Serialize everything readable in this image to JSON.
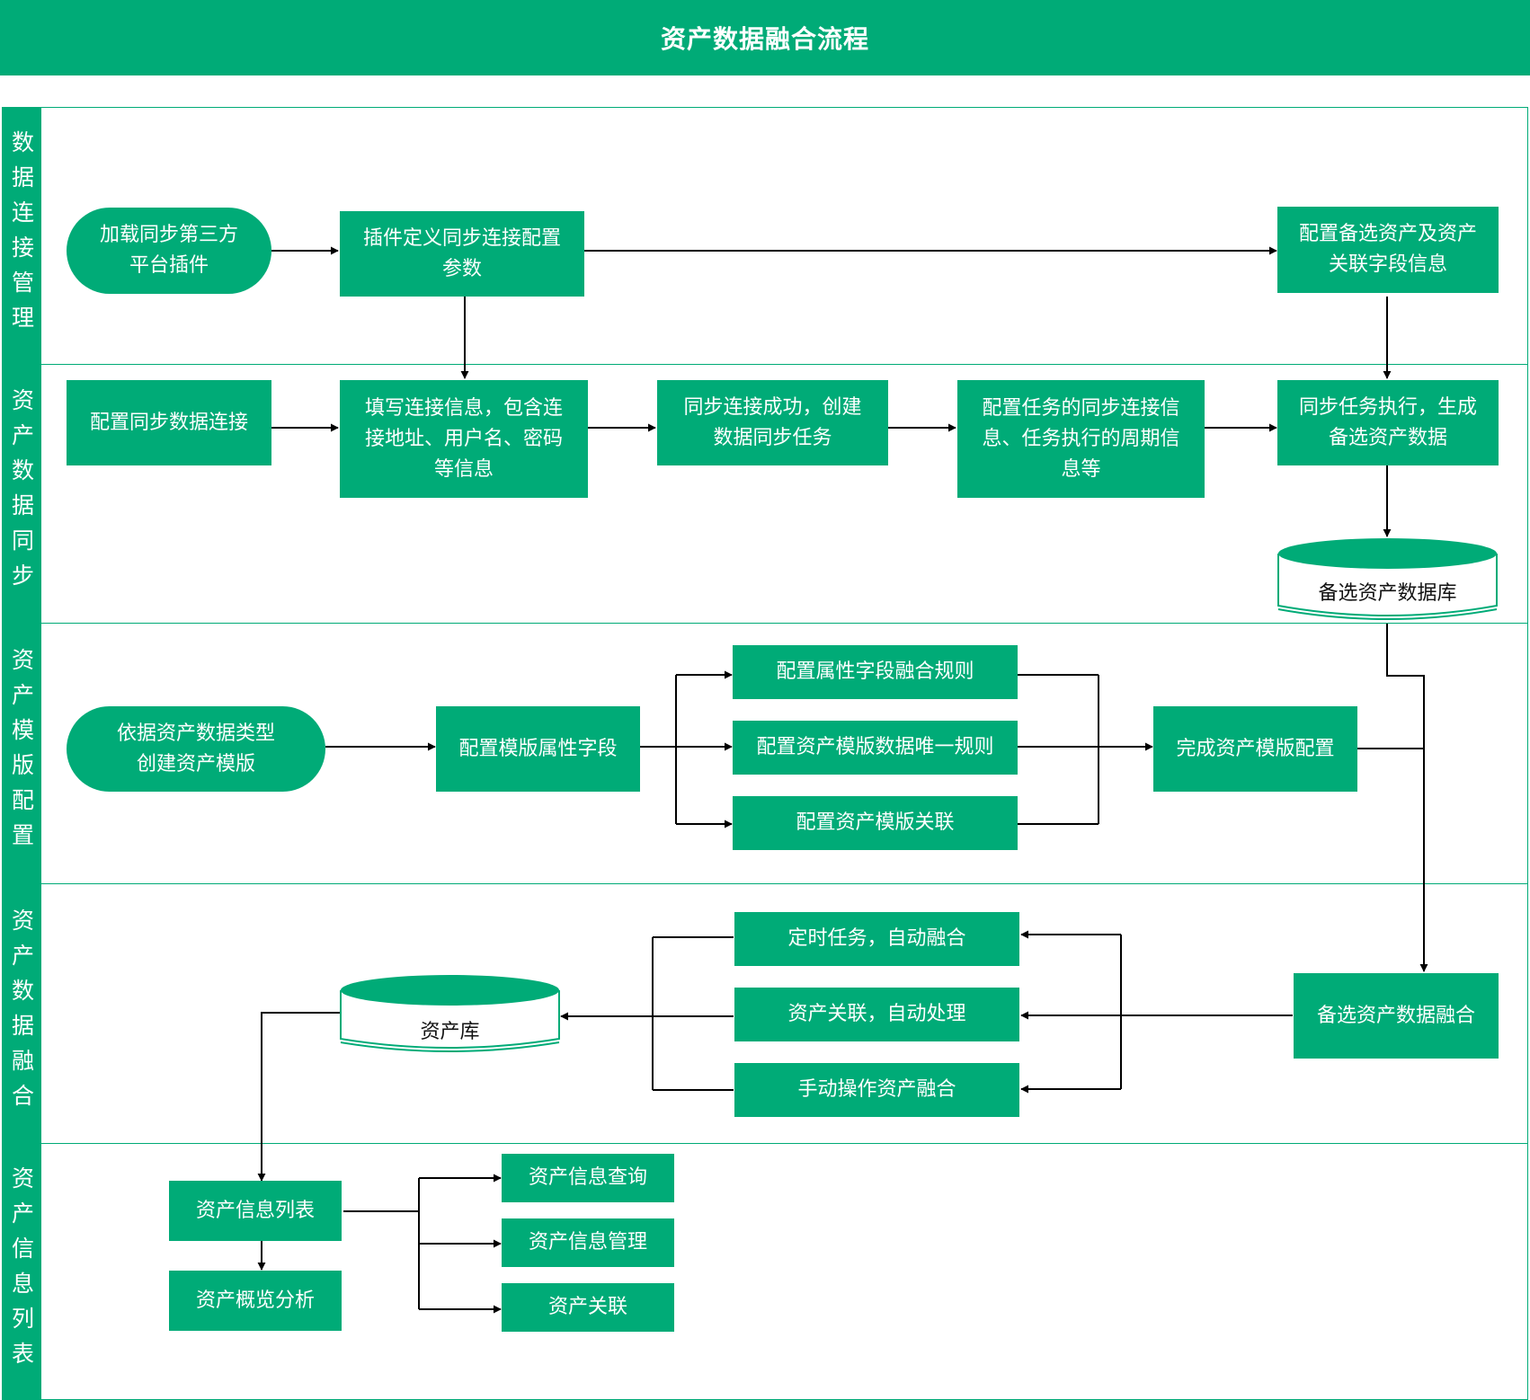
{
  "title": "资产数据融合流程",
  "lanes": [
    {
      "id": "lane1",
      "label": "数据连接管理"
    },
    {
      "id": "lane2",
      "label": "资产数据同步"
    },
    {
      "id": "lane3",
      "label": "资产模版配置"
    },
    {
      "id": "lane4",
      "label": "资产数据融合"
    },
    {
      "id": "lane5",
      "label": "资产信息列表"
    }
  ],
  "nodes": {
    "n_load_plugin": "加载同步第三方\n平台插件",
    "n_plugin_def": "插件定义同步连接配置\n参数",
    "n_cfg_alt_fields": "配置备选资产及资产\n关联字段信息",
    "n_cfg_sync_conn": "配置同步数据连接",
    "n_fill_conn": "填写连接信息，包含连\n接地址、用户名、密码\n等信息",
    "n_sync_ok": "同步连接成功，创建\n数据同步任务",
    "n_cfg_task": "配置任务的同步连接信\n息、任务执行的周期信\n息等",
    "n_exec_task": "同步任务执行，生成\n备选资产数据",
    "n_alt_db": "备选资产数据库",
    "n_create_tpl": "依据资产数据类型\n创建资产模版",
    "n_tpl_fields": "配置模版属性字段",
    "n_rule_fusion": "配置属性字段融合规则",
    "n_rule_unique": "配置资产模版数据唯一规则",
    "n_tpl_rel": "配置资产模版关联",
    "n_tpl_done": "完成资产模版配置",
    "n_timer": "定时任务，自动融合",
    "n_rel_auto": "资产关联，自动处理",
    "n_manual": "手动操作资产融合",
    "n_alt_fusion": "备选资产数据融合",
    "n_asset_db": "资产库",
    "n_info_list": "资产信息列表",
    "n_overview": "资产概览分析",
    "n_query": "资产信息查询",
    "n_manage": "资产信息管理",
    "n_relation": "资产关联"
  },
  "colors": {
    "primary": "#00ab77",
    "line": "#000000",
    "text_on_primary": "#ffffff"
  }
}
